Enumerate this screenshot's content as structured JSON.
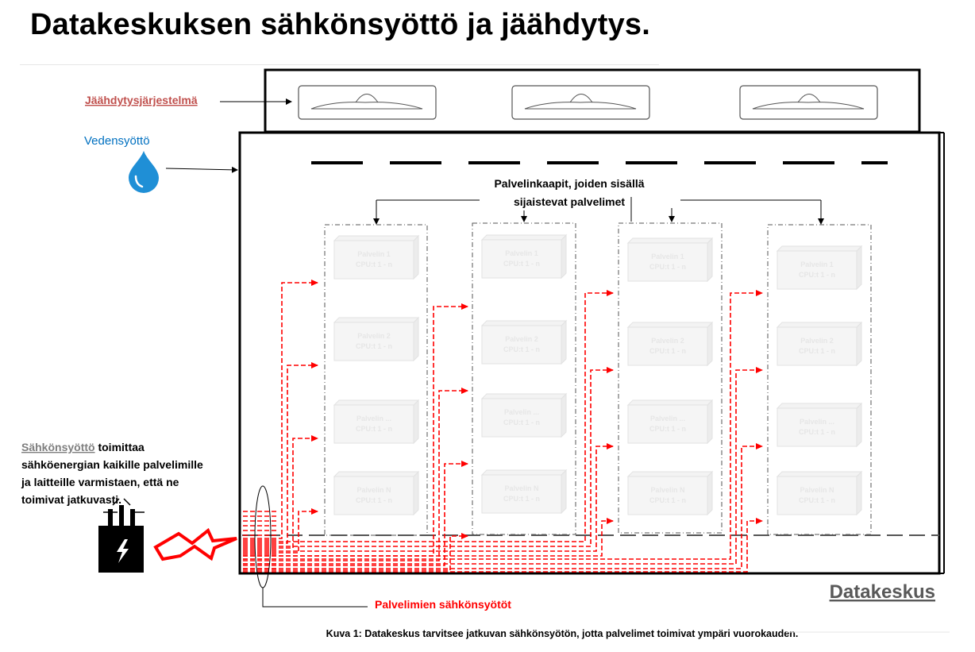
{
  "title": "Datakeskuksen sähkönsyöttö ja jäähdytys.",
  "labels": {
    "cooling_system": "Jäähdytysjärjestelmä",
    "water_supply": "Vedensyöttö",
    "racks_line1": "Palvelinkaapit, joiden sisällä",
    "racks_line2": "sijaistevat palvelimet",
    "power_text_highlight": "Sähkönsyöttö",
    "power_text_line1_rest": " toimittaa",
    "power_text_line2": "sähköenergian kaikille palvelimille",
    "power_text_line3": "ja laitteille varmistaen, että ne",
    "power_text_line4": "toimivat jatkuvasti.",
    "server_power_feeds": "Palvelimien sähkönsyötöt",
    "datacenter": "Datakeskus",
    "caption": "Kuva 1: Datakeskus tarvitsee jatkuvan sähkönsyötön, jotta palvelimet toimivat ympäri vuorokauden."
  },
  "racks": [
    {
      "servers": [
        {
          "name": "Palvelin 1",
          "cpu": "CPU:t 1 - n"
        },
        {
          "name": "Palvelin 2",
          "cpu": "CPU:t 1 - n"
        },
        {
          "name": "Palvelin ...",
          "cpu": "CPU:t 1 - n"
        },
        {
          "name": "Palvelin N",
          "cpu": "CPU:t 1 - n"
        }
      ]
    },
    {
      "servers": [
        {
          "name": "Palvelin 1",
          "cpu": "CPU:t 1 - n"
        },
        {
          "name": "Palvelin 2",
          "cpu": "CPU:t 1 - n"
        },
        {
          "name": "Palvelin ...",
          "cpu": "CPU:t 1 - n"
        },
        {
          "name": "Palvelin N",
          "cpu": "CPU:t 1 - n"
        }
      ]
    },
    {
      "servers": [
        {
          "name": "Palvelin 1",
          "cpu": "CPU:t 1 - n"
        },
        {
          "name": "Palvelin 2",
          "cpu": "CPU:t 1 - n"
        },
        {
          "name": "Palvelin ...",
          "cpu": "CPU:t 1 - n"
        },
        {
          "name": "Palvelin N",
          "cpu": "CPU:t 1 - n"
        }
      ]
    },
    {
      "servers": [
        {
          "name": "Palvelin 1",
          "cpu": "CPU:t 1 - n"
        },
        {
          "name": "Palvelin 2",
          "cpu": "CPU:t 1 - n"
        },
        {
          "name": "Palvelin ...",
          "cpu": "CPU:t 1 - n"
        },
        {
          "name": "Palvelin N",
          "cpu": "CPU:t 1 - n"
        }
      ]
    }
  ],
  "colors": {
    "cooling_label": "#c0504d",
    "water": "#0070c0",
    "power": "#ff0000",
    "server_text": "#e6e6e6",
    "server_fill": "#f5f5f5"
  },
  "icons": [
    "water-drop-icon",
    "transformer-icon",
    "lightning-bolt-icon",
    "fan-icon"
  ]
}
